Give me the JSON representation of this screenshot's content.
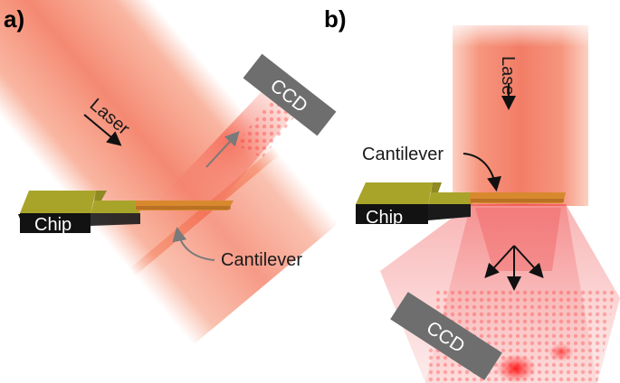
{
  "panel_a": {
    "label": "a)",
    "laser_label": "Laser",
    "ccd_label": "CCD",
    "chip_label": "Chip",
    "cantilever_label": "Cantilever"
  },
  "panel_b": {
    "label": "b)",
    "laser_label": "Laser",
    "ccd_label": "CCD",
    "chip_label": "Chip",
    "cantilever_label": "Cantilever"
  },
  "colors": {
    "laser": "#f07a5a",
    "chip_top": "#a8a42a",
    "chip_side": "#1a1a1a",
    "cantilever": "#d8892e",
    "ccd": "#6e6e6e",
    "fringe": "#ff2a2a"
  }
}
